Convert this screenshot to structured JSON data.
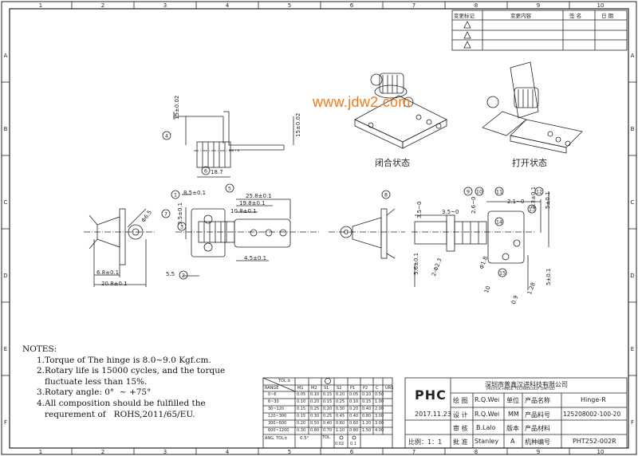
{
  "border": {
    "top_cols": [
      "1",
      "2",
      "3",
      "4",
      "5",
      "6",
      "7",
      "8",
      "9",
      "10"
    ],
    "side_rows": [
      "A",
      "B",
      "C",
      "D",
      "E",
      "F"
    ]
  },
  "revision": {
    "headers": [
      "变更标记",
      "变更内容",
      "签 名",
      "日 期"
    ]
  },
  "watermark": "www.jdw2.com",
  "views": {
    "closed_label": "闭合状态",
    "open_label": "打开状态"
  },
  "dims": {
    "d15_a": "15±0.02",
    "d15_b": "15±0.02",
    "d18_7": "18.7",
    "d8_5": "8.5±0.1",
    "d25_8": "25.8±0.1",
    "d19_8": "19.8±0.1",
    "d10_8": "10.8±0.1",
    "d3_5": "3.5±0.1",
    "d4_5": "4.5±0.1",
    "d5_5": "5.5",
    "d6_8": "6.8±0.1",
    "d20_8": "20.8±0.1",
    "d6_5": "Φ6.5",
    "r3_5": "3.5~0",
    "r2_6": "2.6~0",
    "r2_1": "2.1~0",
    "r3_3": "3.3±0.1",
    "r5": "5±0.1",
    "r5_6": "5.6±0.1",
    "r1_8": "Φ1.8",
    "r2_3": "2-Φ2.3",
    "r1_28": "1.28",
    "r5_b": "5±0.1",
    "r0_9": "0.9",
    "r1_0": "10"
  },
  "balloons": [
    "1",
    "2",
    "3",
    "4",
    "5",
    "6",
    "7",
    "8",
    "9",
    "10",
    "11",
    "12",
    "13",
    "14",
    "15"
  ],
  "notes": {
    "title": "NOTES:",
    "items": [
      "1.Torque of The hinge is 8.0~9.0 Kgf.cm.",
      "2.Rotary life is 15000 cycles, and the torque",
      "   fluctuate less than 15%.",
      "3.Rotary angle: 0°  ~ +75°",
      "4.All composition should be fulfilled the",
      "   requrement of   ROHS,2011/65/EU."
    ]
  },
  "tolerance": {
    "corner": "TOL ±",
    "range_label": "RANGE",
    "cols": [
      "M1",
      "M2",
      "S1",
      "S2",
      "P1",
      "P2",
      "C",
      "URS"
    ],
    "rows": [
      {
        "range": "0~6",
        "v": [
          "0.05",
          "0.10",
          "0.15",
          "0.20",
          "0.05",
          "0.10",
          "0.50",
          ""
        ]
      },
      {
        "range": "6~30",
        "v": [
          "0.10",
          "0.20",
          "0.15",
          "0.25",
          "0.10",
          "0.15",
          "1.00",
          ""
        ]
      },
      {
        "range": "30~120",
        "v": [
          "0.15",
          "0.25",
          "0.20",
          "0.30",
          "0.20",
          "0.40",
          "2.00",
          ""
        ]
      },
      {
        "range": "120~300",
        "v": [
          "0.15",
          "0.30",
          "0.25",
          "0.45",
          "0.40",
          "0.80",
          "3.00",
          ""
        ]
      },
      {
        "range": "300~600",
        "v": [
          "0.20",
          "0.50",
          "0.40",
          "0.60",
          "0.60",
          "1.20",
          "3.00",
          ""
        ]
      },
      {
        "range": "600~1200",
        "v": [
          "0.30",
          "0.80",
          "0.70",
          "1.10",
          "0.80",
          "1.50",
          "4.00",
          ""
        ]
      }
    ],
    "ang_label": "ANG.  TOL±",
    "ang_value": "0.5°",
    "tol_label": "TOL",
    "tol_vals": [
      "0.02",
      "0.1"
    ]
  },
  "title_block": {
    "logo": "PHC",
    "company_cn": "深圳市普鑫汉进科技有限公司",
    "company_en": "PROTEK HINGE TECHNOLOGY LIMITED",
    "draw_label": "绘 图",
    "draw_name": "R.Q.Wei",
    "unit_label": "单位",
    "product_name_label": "产品名称",
    "product_name": "Hinge-R",
    "date": "2017.11.23",
    "design_label": "设 计",
    "design_name": "R.Q.Wei",
    "unit_value": "MM",
    "part_no_label": "产品料号",
    "part_no": "125208002-100-20",
    "review_label": "审 核",
    "review_name": "B.Lalo",
    "version_label": "版本",
    "material_label": "产品材料",
    "material": "",
    "scale": "比例：1：1",
    "approve_label": "批 准",
    "approve_name": "Stanley",
    "version_value": "A",
    "model_label": "机种编号",
    "model": "PHT252-002R"
  }
}
